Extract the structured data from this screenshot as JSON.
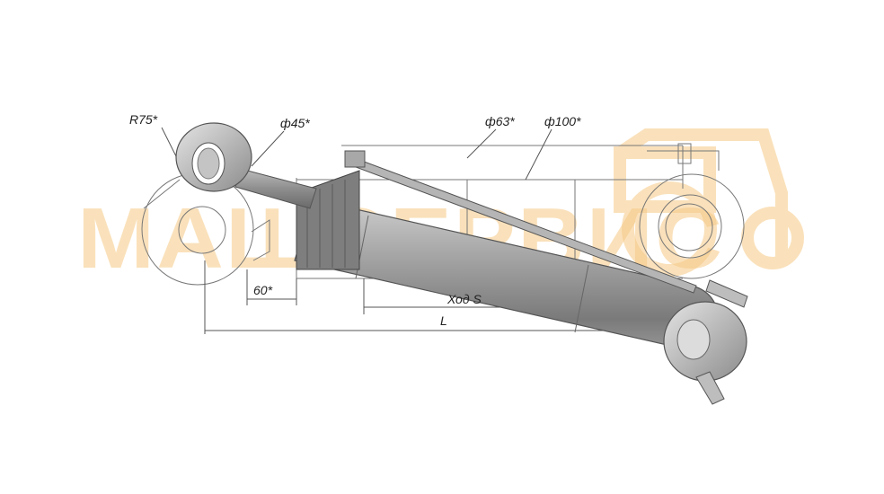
{
  "labels": {
    "radius": "R75*",
    "rod_diameter": "ф45*",
    "inner_diameter": "ф63*",
    "outer_diameter": "ф100*",
    "offset": "60*",
    "stroke": "Ход S",
    "length": "L"
  },
  "watermark": {
    "text": "МАШСЕРВИС",
    "icon": "tractor-icon",
    "color": "#f6c985"
  },
  "colors": {
    "body": "#9a9a9a",
    "body_dark": "#6e6e6e",
    "body_light": "#d4d4d4",
    "line": "#555555"
  }
}
